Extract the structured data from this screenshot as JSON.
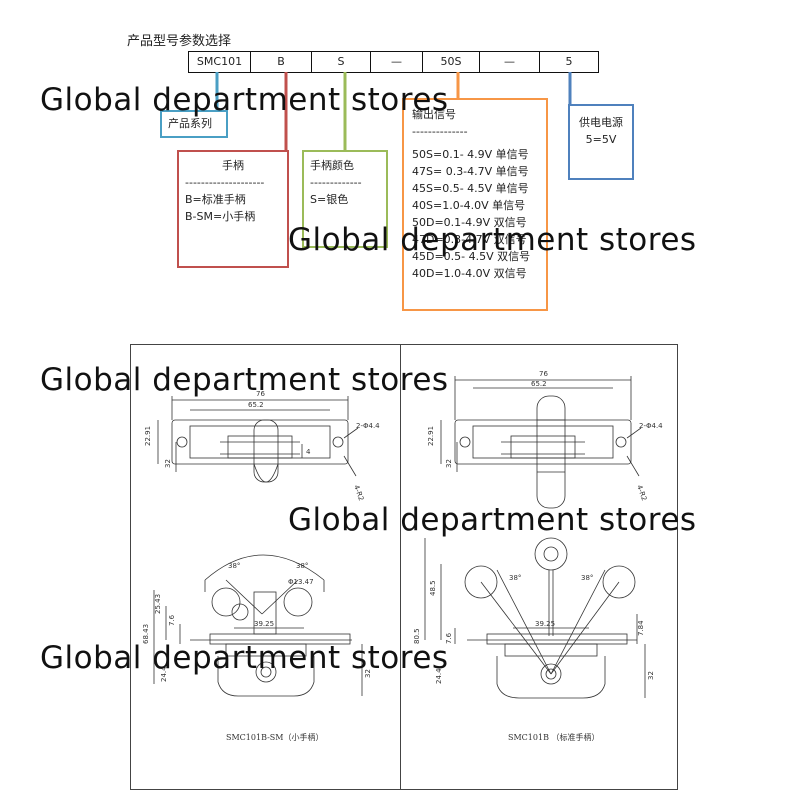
{
  "title": "产品型号参数选择",
  "code_segments": [
    "SMC101",
    "B",
    "S",
    "—",
    "50S",
    "—",
    "5"
  ],
  "boxes": {
    "series": {
      "label": "产品系列",
      "color": "#4a9fc4"
    },
    "handle": {
      "head": "手柄",
      "dashes": "--------------------",
      "lines": [
        "B=标准手柄",
        "B-SM=小手柄"
      ],
      "color": "#c0504d"
    },
    "color": {
      "head": "手柄颜色",
      "dashes": "-------------",
      "lines": [
        "S=银色"
      ],
      "color": "#9bbb59"
    },
    "signal": {
      "head": "输出信号",
      "dashes": "--------------",
      "lines": [
        "50S=0.1- 4.9V 单信号",
        "47S= 0.3-4.7V 单信号",
        "45S=0.5- 4.5V 单信号",
        "40S=1.0-4.0V 单信号",
        "50D=0.1-4.9V 双信号",
        "47D=0.3-4.7V 双信号",
        "45D=0.5- 4.5V 双信号",
        "40D=1.0-4.0V 双信号"
      ],
      "color": "#f79646"
    },
    "power": {
      "head": "供电电源",
      "lines": [
        "5=5V"
      ],
      "color": "#4f81bd"
    }
  },
  "watermark": "Global department stores",
  "drawings": {
    "left": {
      "caption": "SMC101B-SM（小手柄）",
      "dims": {
        "w76": "76",
        "w65": "65.2",
        "hole": "2-Φ4.4",
        "h22": "22.91",
        "h32": "32",
        "r2": "4-R2",
        "four": "4",
        "ang1": "38°",
        "ang2": "38°",
        "dia": "Φ13.47",
        "h25": "25.43",
        "h76": "7.6",
        "w39": "39.25",
        "h68": "68.43",
        "h24": "24.4",
        "h32b": "32"
      }
    },
    "right": {
      "caption": "SMC101B （标准手柄）",
      "dims": {
        "w76": "76",
        "w65": "65.2",
        "hole": "2-Φ4.4",
        "h22": "22.91",
        "h32": "32",
        "r2": "4-R2",
        "ang1": "38°",
        "ang2": "38°",
        "h48": "48.5",
        "h76": "7.6",
        "w39": "39.25",
        "h80": "80.5",
        "h24": "24.4",
        "h7": "7.84",
        "h32b": "32"
      }
    }
  }
}
